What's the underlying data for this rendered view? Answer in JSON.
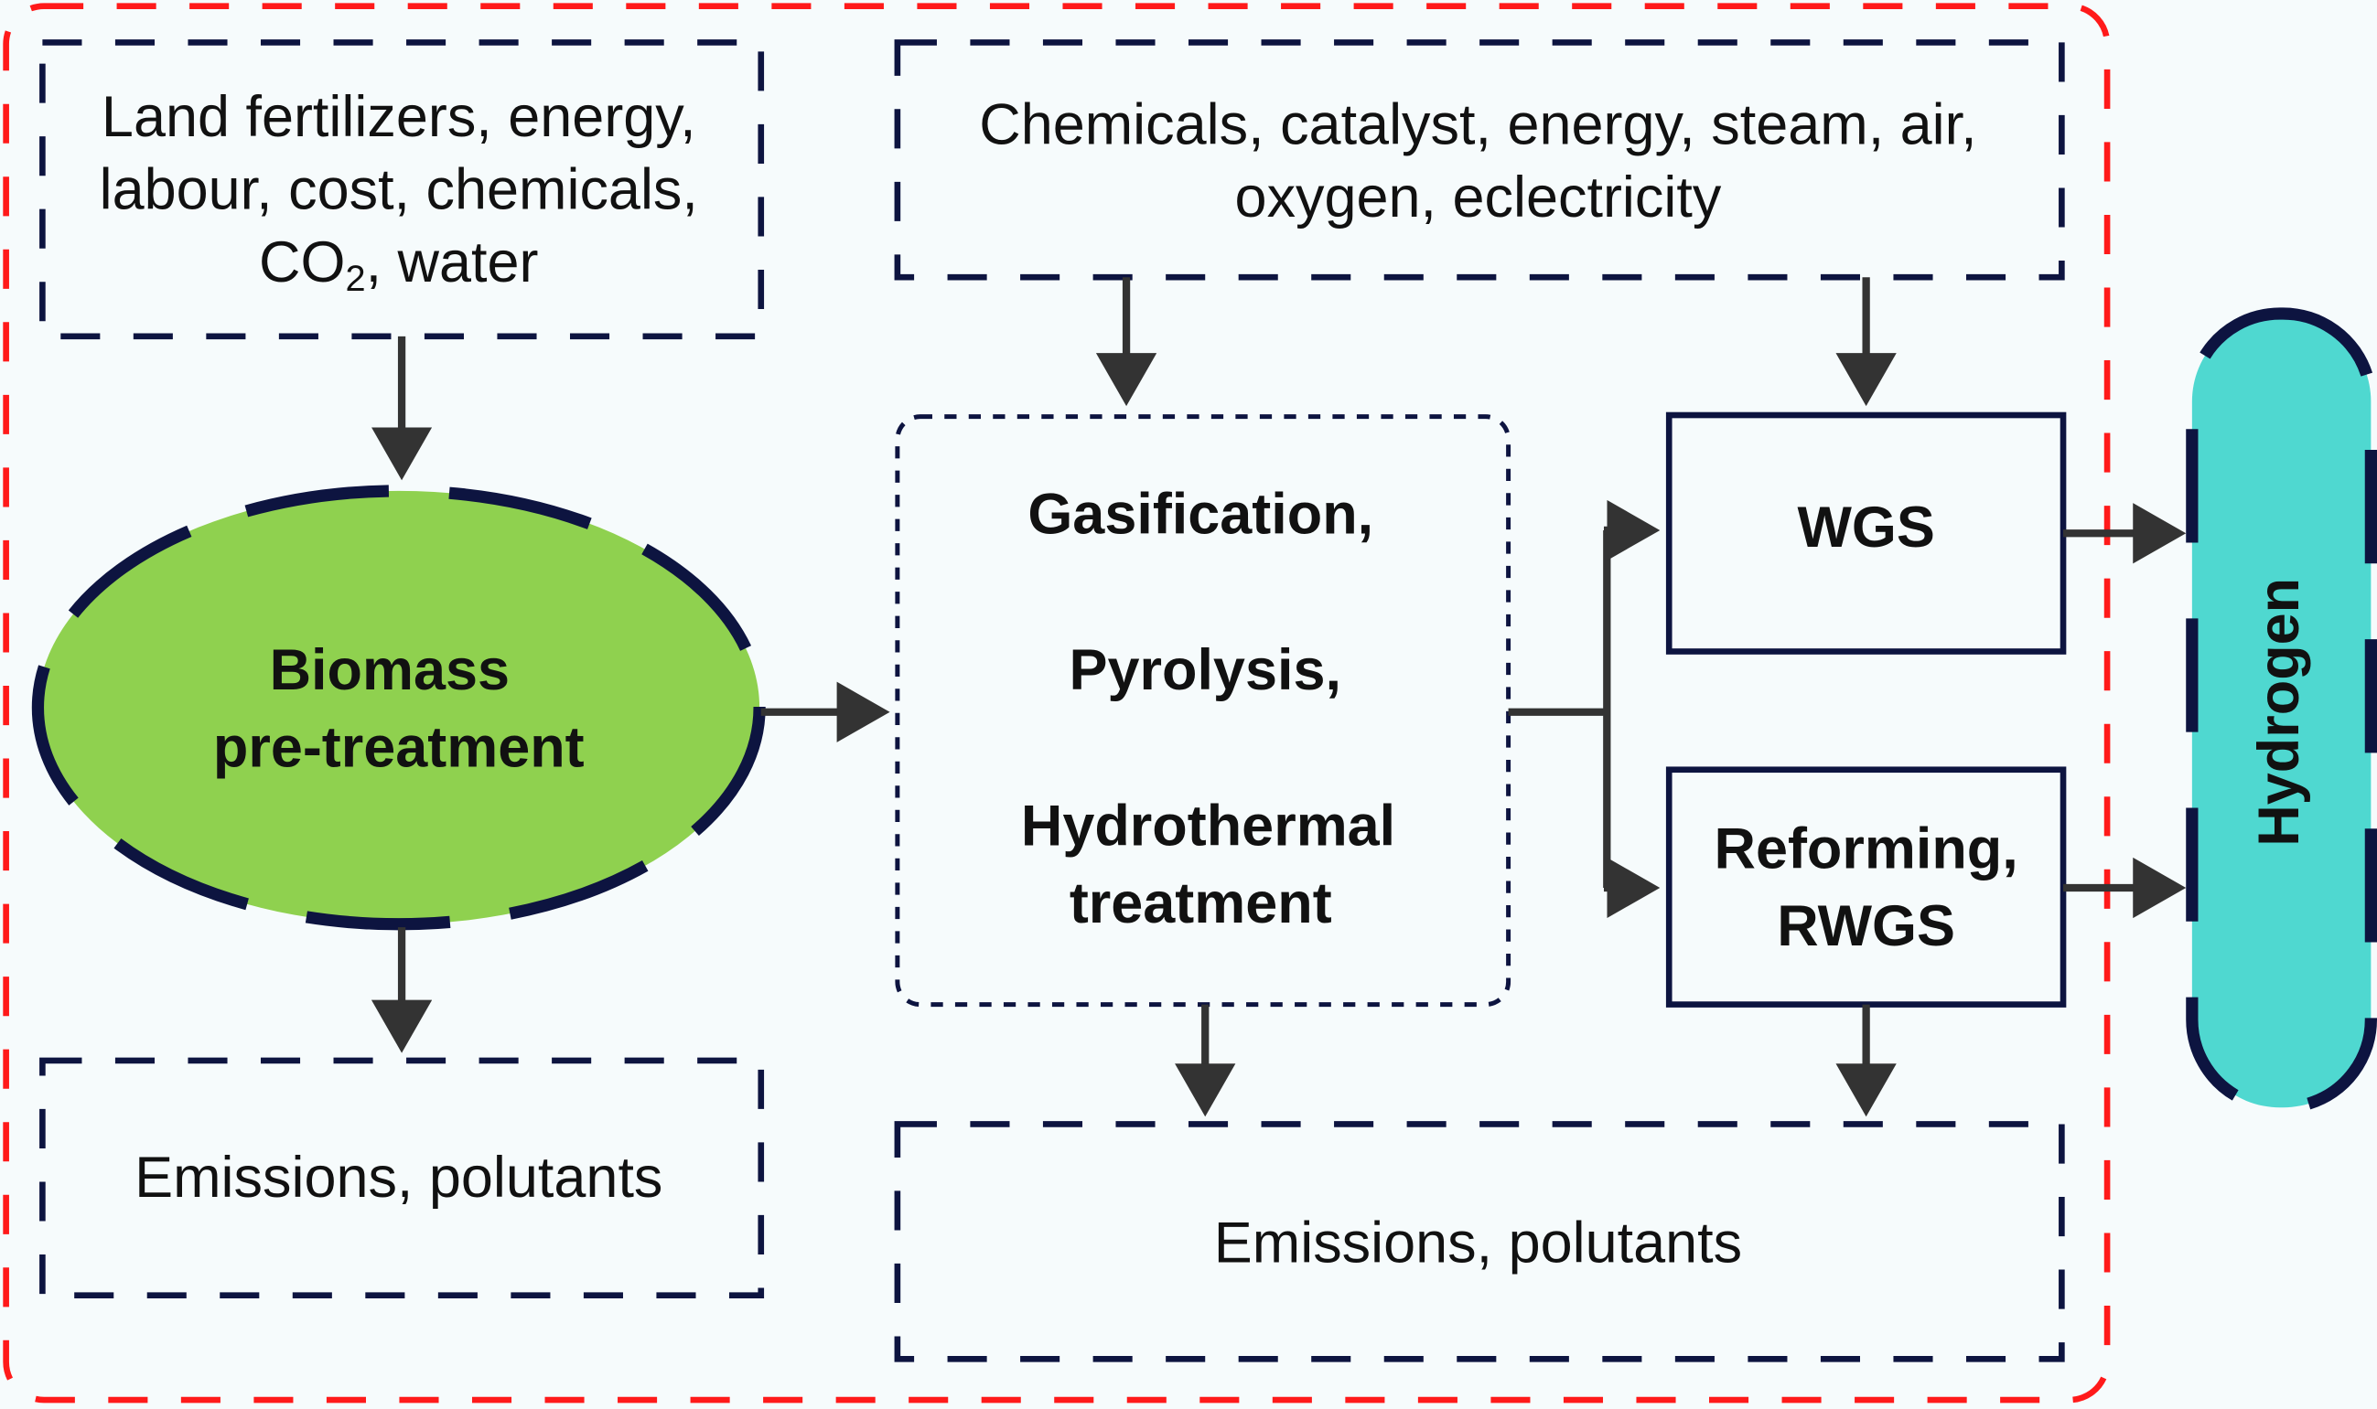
{
  "inputs_left": {
    "line1": "Land fertilizers, energy,",
    "line2": "labour, cost, chemicals,",
    "line3_prefix": "CO",
    "line3_sub": "2",
    "line3_suffix": ", water"
  },
  "inputs_right": {
    "line1": "Chemicals, catalyst, energy, steam, air,",
    "line2": "oxygen, eclectricity"
  },
  "pretreatment": {
    "line1": "Biomass",
    "line2": "pre-treatment"
  },
  "conversion": {
    "line1": "Gasification,",
    "line2": "Pyrolysis,",
    "line3": "Hydrothermal",
    "line4": "treatment"
  },
  "wgs": {
    "label": "WGS"
  },
  "reforming": {
    "line1": "Reforming,",
    "line2": "RWGS"
  },
  "product": {
    "label": "Hydrogen"
  },
  "emissions_left": {
    "label": "Emissions, polutants"
  },
  "emissions_right": {
    "label": "Emissions, polutants"
  },
  "colors": {
    "boundary": "#ff1a1a",
    "biomass_fill": "#8fd14f",
    "hydrogen_fill": "#4fd8d0",
    "dash_stroke": "#0d1440",
    "arrow": "#333333"
  }
}
